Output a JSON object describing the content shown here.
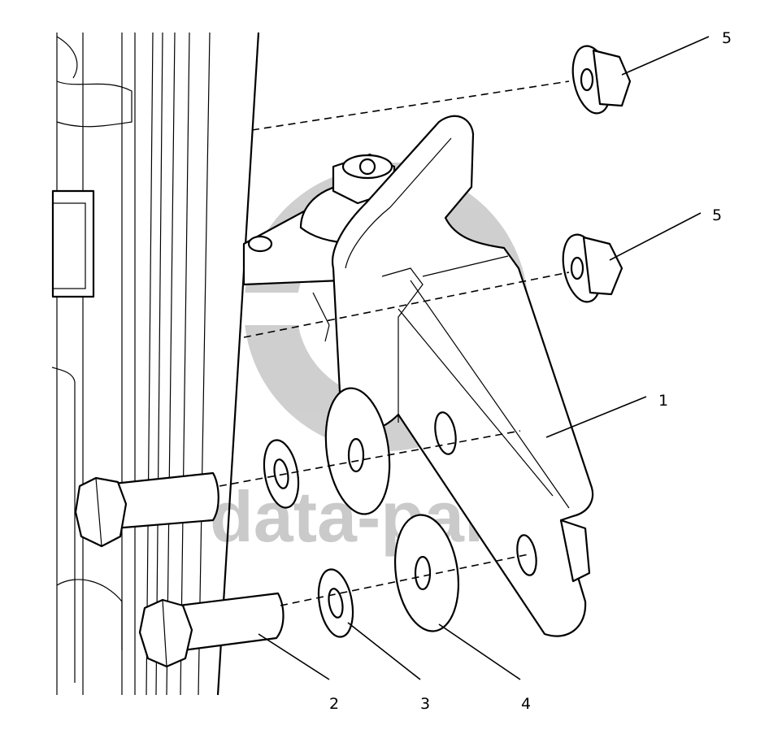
{
  "callouts": {
    "bracket": "1",
    "bolt": "2",
    "lock_washer": "3",
    "flat_washer": "4",
    "flange_nut_upper": "5",
    "flange_nut_lower": "5"
  },
  "watermark": {
    "text": "data-parts",
    "logo_icon": "gb-logo-icon"
  }
}
